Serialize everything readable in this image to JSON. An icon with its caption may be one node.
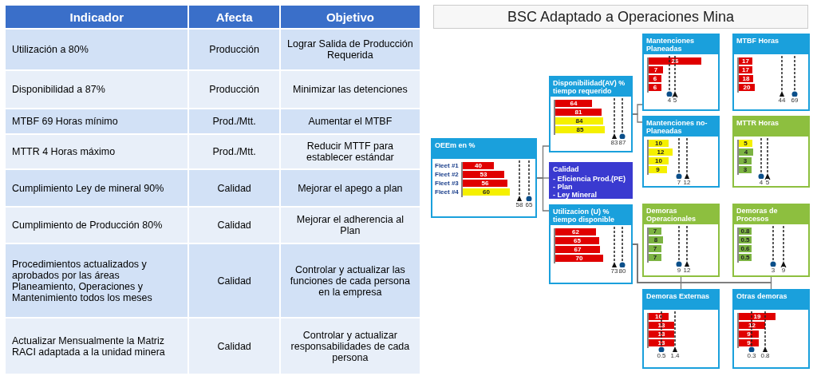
{
  "diagram": {
    "title": "BSC Adaptado a Operaciones Mina",
    "nodes": [
      {
        "text": [
          "OEEm en %",
          "Fleet #1",
          "40",
          "Fleet #2",
          "53",
          "Fleet #3",
          "56",
          "Fleet #4",
          "60",
          "58",
          "65"
        ]
      },
      {
        "text": [
          "Disponibilidad(AV) % tiempo requerido",
          "64",
          "81",
          "84",
          "85",
          "83",
          "87"
        ]
      },
      {
        "text": [
          "Calidad",
          "- Eficiencia Prod.(PE)",
          "- Plan",
          "- Ley Mineral"
        ]
      },
      {
        "text": [
          "Utilizacion (U) % tiempo disponible",
          "62",
          "65",
          "67",
          "70",
          "73",
          "80"
        ]
      },
      {
        "text": [
          "Mantenciones Planeadas",
          "26",
          "7",
          "6",
          "6",
          "4",
          "5"
        ]
      },
      {
        "text": [
          "Mantenciones no-Planeadas",
          "10",
          "12",
          "10",
          "9",
          "7",
          "12"
        ]
      },
      {
        "text": [
          "MTBF Horas",
          "17",
          "17",
          "18",
          "20",
          "44",
          "69"
        ]
      },
      {
        "text": [
          "MTTR Horas",
          "5",
          "4",
          "3",
          "3",
          "4",
          "5"
        ]
      },
      {
        "text": [
          "Demoras Operacionales",
          "7",
          "8",
          "7",
          "7",
          "9",
          "12"
        ]
      },
      {
        "text": [
          "Demoras de Procesos",
          "0.8",
          "0.5",
          "0.6",
          "0.5",
          "3",
          "9"
        ]
      },
      {
        "text": [
          "Demoras Externas",
          "10",
          "13",
          "13",
          "13",
          "0.5",
          "1.4"
        ]
      },
      {
        "text": [
          "Otras demoras",
          "19",
          "12",
          "9",
          "9",
          "0.3",
          "0.8"
        ]
      }
    ],
    "edges": [
      {
        "from": 0,
        "to": 1,
        "arrow": "none"
      },
      {
        "from": 0,
        "to": 2,
        "arrow": "none"
      },
      {
        "from": 0,
        "to": 3,
        "arrow": "none"
      },
      {
        "from": 1,
        "to": 4,
        "arrow": "none"
      },
      {
        "from": 1,
        "to": 5,
        "arrow": "none"
      },
      {
        "from": 3,
        "to": 8,
        "arrow": "none"
      },
      {
        "from": 3,
        "to": 9,
        "arrow": "none"
      },
      {
        "from": 3,
        "to": 10,
        "arrow": "none"
      },
      {
        "from": 3,
        "to": 11,
        "arrow": "none"
      }
    ],
    "labels": [
      "Indicador",
      "Afecta",
      "Objetivo",
      "Utilización a 80%",
      "Producción",
      "Lograr Salida de Producción Requerida",
      "Disponibilidad a 87%",
      "Producción",
      "Minimizar las detenciones",
      "MTBF 69 Horas mínimo",
      "Prod./Mtt.",
      "Aumentar el MTBF",
      "MTTR 4 Horas máximo",
      "Prod./Mtt.",
      "Reducir MTTF para establecer estándar",
      "Cumplimiento Ley de mineral 90%",
      "Calidad",
      "Mejorar el apego a plan",
      "Cumplimiento de Producción 80%",
      "Calidad",
      "Mejorar el adherencia al Plan",
      "Procedimientos actualizados y aprobados por las áreas Planeamiento, Operaciones y Mantenimiento todos los meses",
      "Calidad",
      "Controlar y actualizar las funciones de cada persona en la empresa",
      "Actualizar Mensualmente la Matriz RACI adaptada a la unidad minera",
      "Calidad",
      "Controlar y actualizar responsabilidades de cada persona"
    ]
  }
}
